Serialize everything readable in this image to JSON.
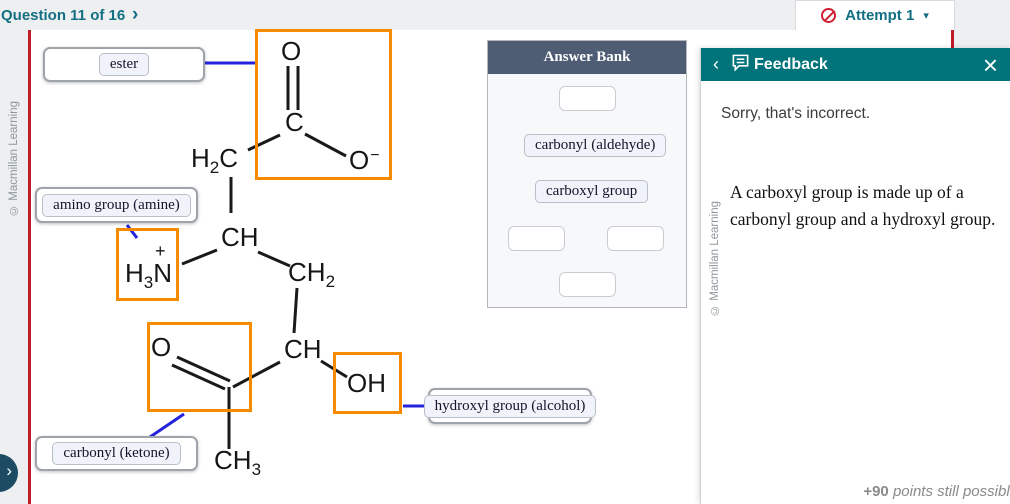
{
  "topbar": {
    "question_nav": "Question 11 of 16",
    "attempt_label": "Attempt 1"
  },
  "icons": {
    "nav_chevron": "›",
    "back_chevron": "‹",
    "close": "×",
    "caret_down": "▾",
    "panel_chevron": "›"
  },
  "left_rail": {
    "copyright": "© Macmillan Learning"
  },
  "molecule": {
    "atoms": {
      "o_top": "O",
      "c_carboxyl": "C",
      "h2c": {
        "p1": "H",
        "sub": "2",
        "p2": "C"
      },
      "o_minus": {
        "p1": "O",
        "sup": "−"
      },
      "ch_upper": "CH",
      "h3n": {
        "p1": "H",
        "sub": "3",
        "p2": "N",
        "charge": "+"
      },
      "ch2": {
        "p1": "CH",
        "sub": "2"
      },
      "ch_lower": "CH",
      "o_ketone": "O",
      "oh": "OH",
      "ch3": {
        "p1": "CH",
        "sub": "3"
      }
    },
    "placed_labels": {
      "ester": "ester",
      "amine": "amino group (amine)",
      "ketone": "carbonyl (ketone)",
      "alcohol": "hydroxyl group (alcohol)"
    }
  },
  "answer_bank": {
    "title": "Answer Bank",
    "chips": [
      "carbonyl (aldehyde)",
      "carboxyl group"
    ]
  },
  "feedback": {
    "title": "Feedback",
    "status": "Sorry, that's incorrect.",
    "explanation": "A carboxyl group is made up of a carbonyl group and a hydroxyl group.",
    "copyright": "© Macmillan Learning",
    "points_value": "+90",
    "points_note": "points still possible"
  },
  "colors": {
    "accent_teal": "#00737b",
    "text_teal": "#136f83",
    "highlight_orange": "#f68b00",
    "connector_blue": "#2323dd",
    "error_red": "#cf1f30",
    "bank_header": "#4e5d74"
  }
}
